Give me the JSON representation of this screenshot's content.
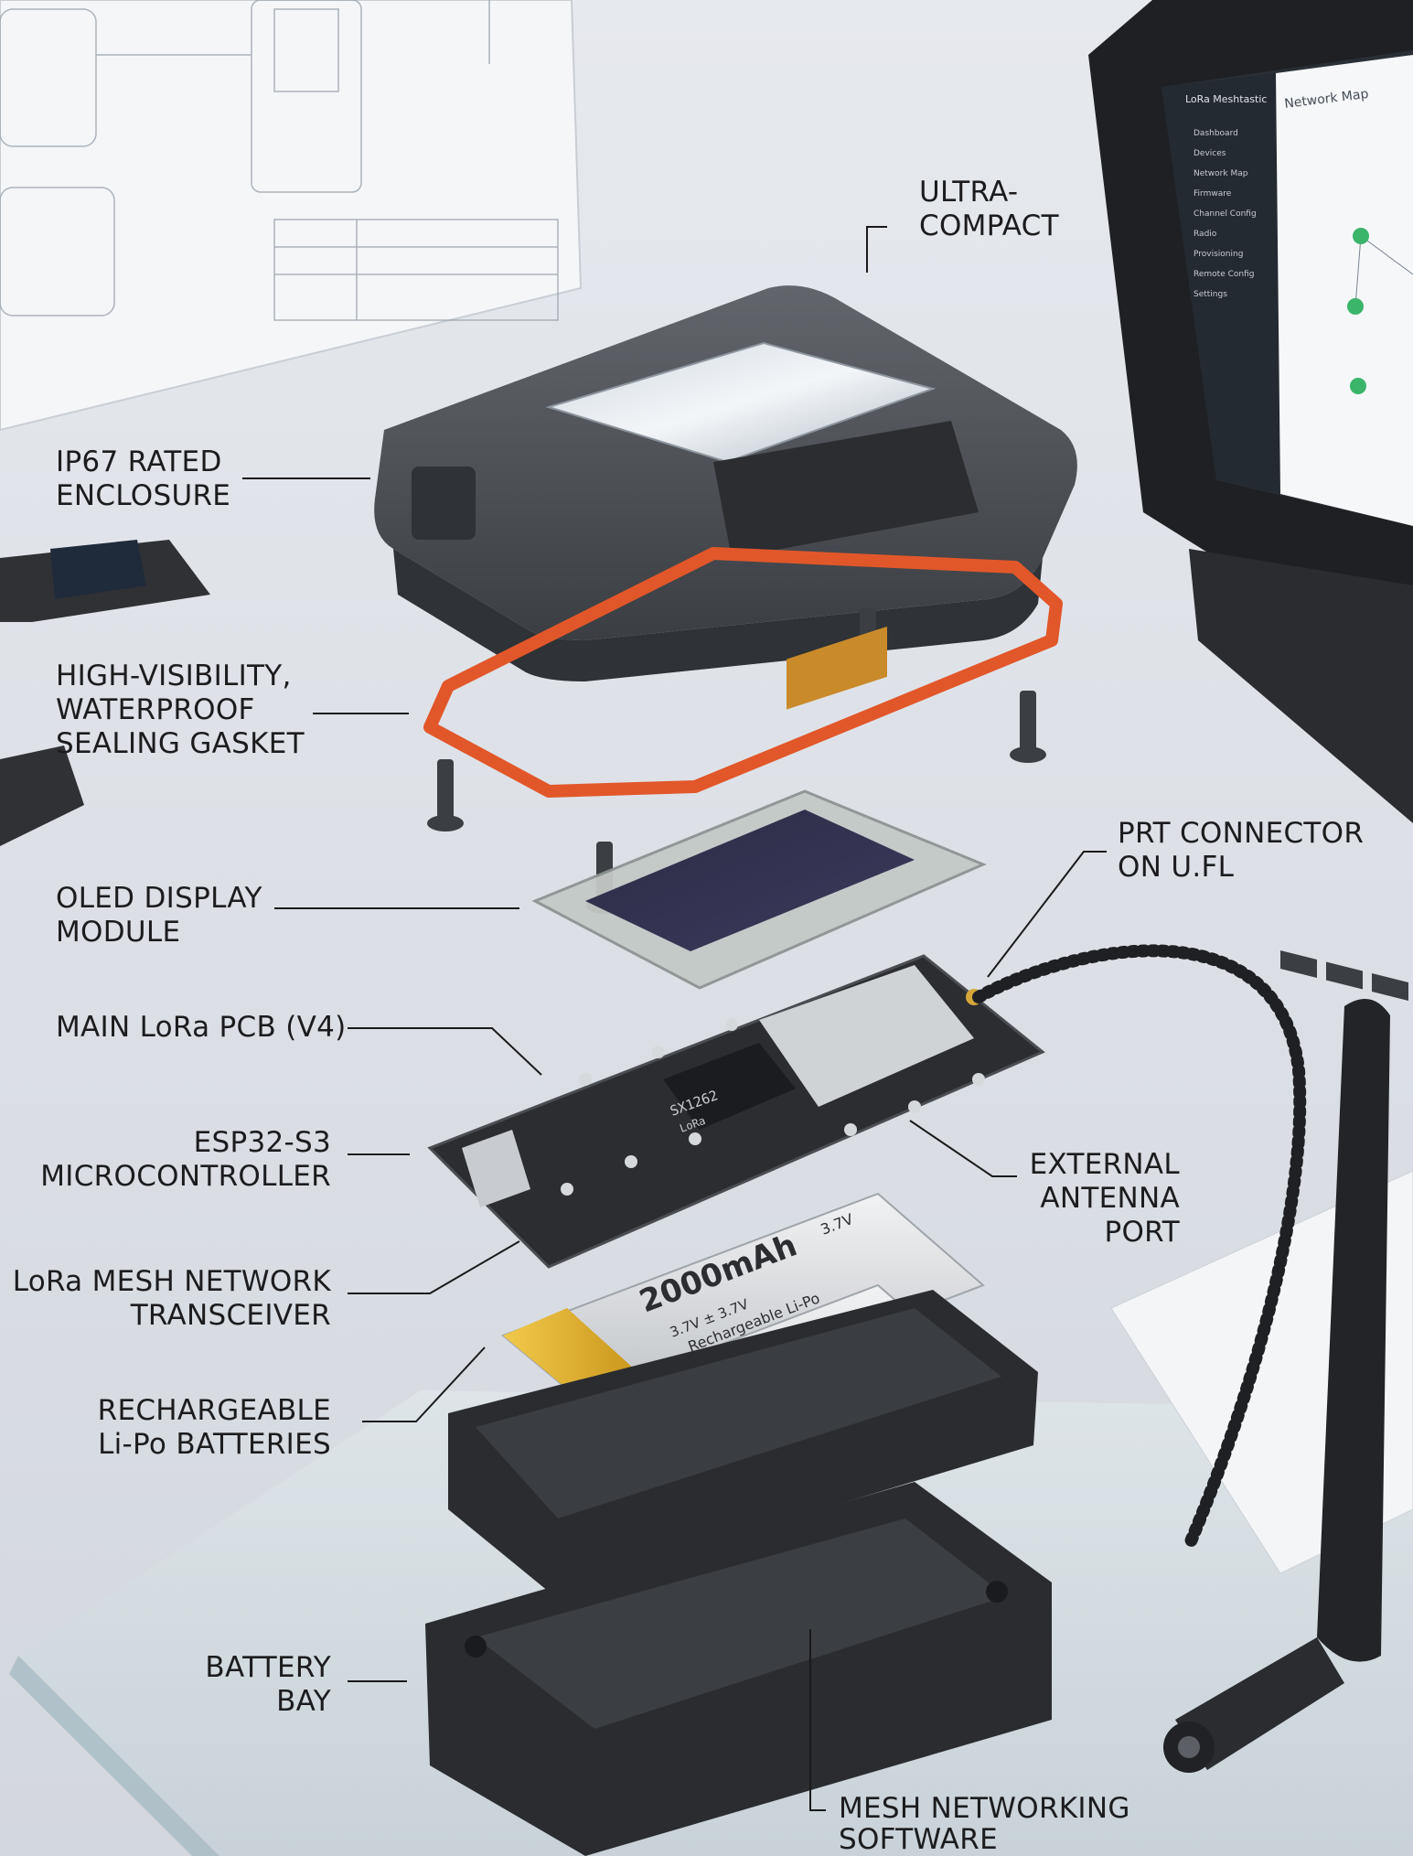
{
  "callouts": {
    "ultra_compact": "ULTRA-\nCOMPACT",
    "ip67_enclosure": "IP67 RATED\nENCLOSURE",
    "sealing_gasket": "HIGH-VISIBILITY,\nWATERPROOF\nSEALING GASKET",
    "oled_display": "OLED DISPLAY\nMODULE",
    "main_pcb": "MAIN LoRa PCB (V4)",
    "esp32": "ESP32-S3\nMICROCONTROLLER",
    "lora_transceiver": "LoRa MESH NETWORK\nTRANSCEIVER",
    "lipo_batteries": "RECHARGEABLE\nLi-Po BATTERIES",
    "battery_bay": "BATTERY\nBAY",
    "prt_connector": "PRT CONNECTOR\nON U.FL",
    "external_antenna": "EXTERNAL\nANTENNA\nPORT",
    "mesh_software": "MESH NETWORKING\nSOFTWARE"
  },
  "chip_markings": {
    "lora_chip": "SX1262",
    "lora_chip_sub": "LoRa"
  },
  "battery": {
    "capacity": "2000mAh",
    "voltage_top": "3.7V",
    "voltage_line": "3.7V ± 3.7V",
    "type": "Rechargeable Li-Po"
  },
  "laptop": {
    "app_name": "LoRa Meshtastic",
    "panel_title": "Network Map",
    "nav_items": [
      "Dashboard",
      "Devices",
      "Network Map",
      "Firmware",
      "Channel Config",
      "Radio",
      "Provisioning",
      "Remote Config",
      "Settings"
    ]
  },
  "colors": {
    "gasket": "#e2572a",
    "enclosure": "#45484d",
    "pcb": "#2b2d31",
    "battery_wrap": "#d9a21f"
  }
}
